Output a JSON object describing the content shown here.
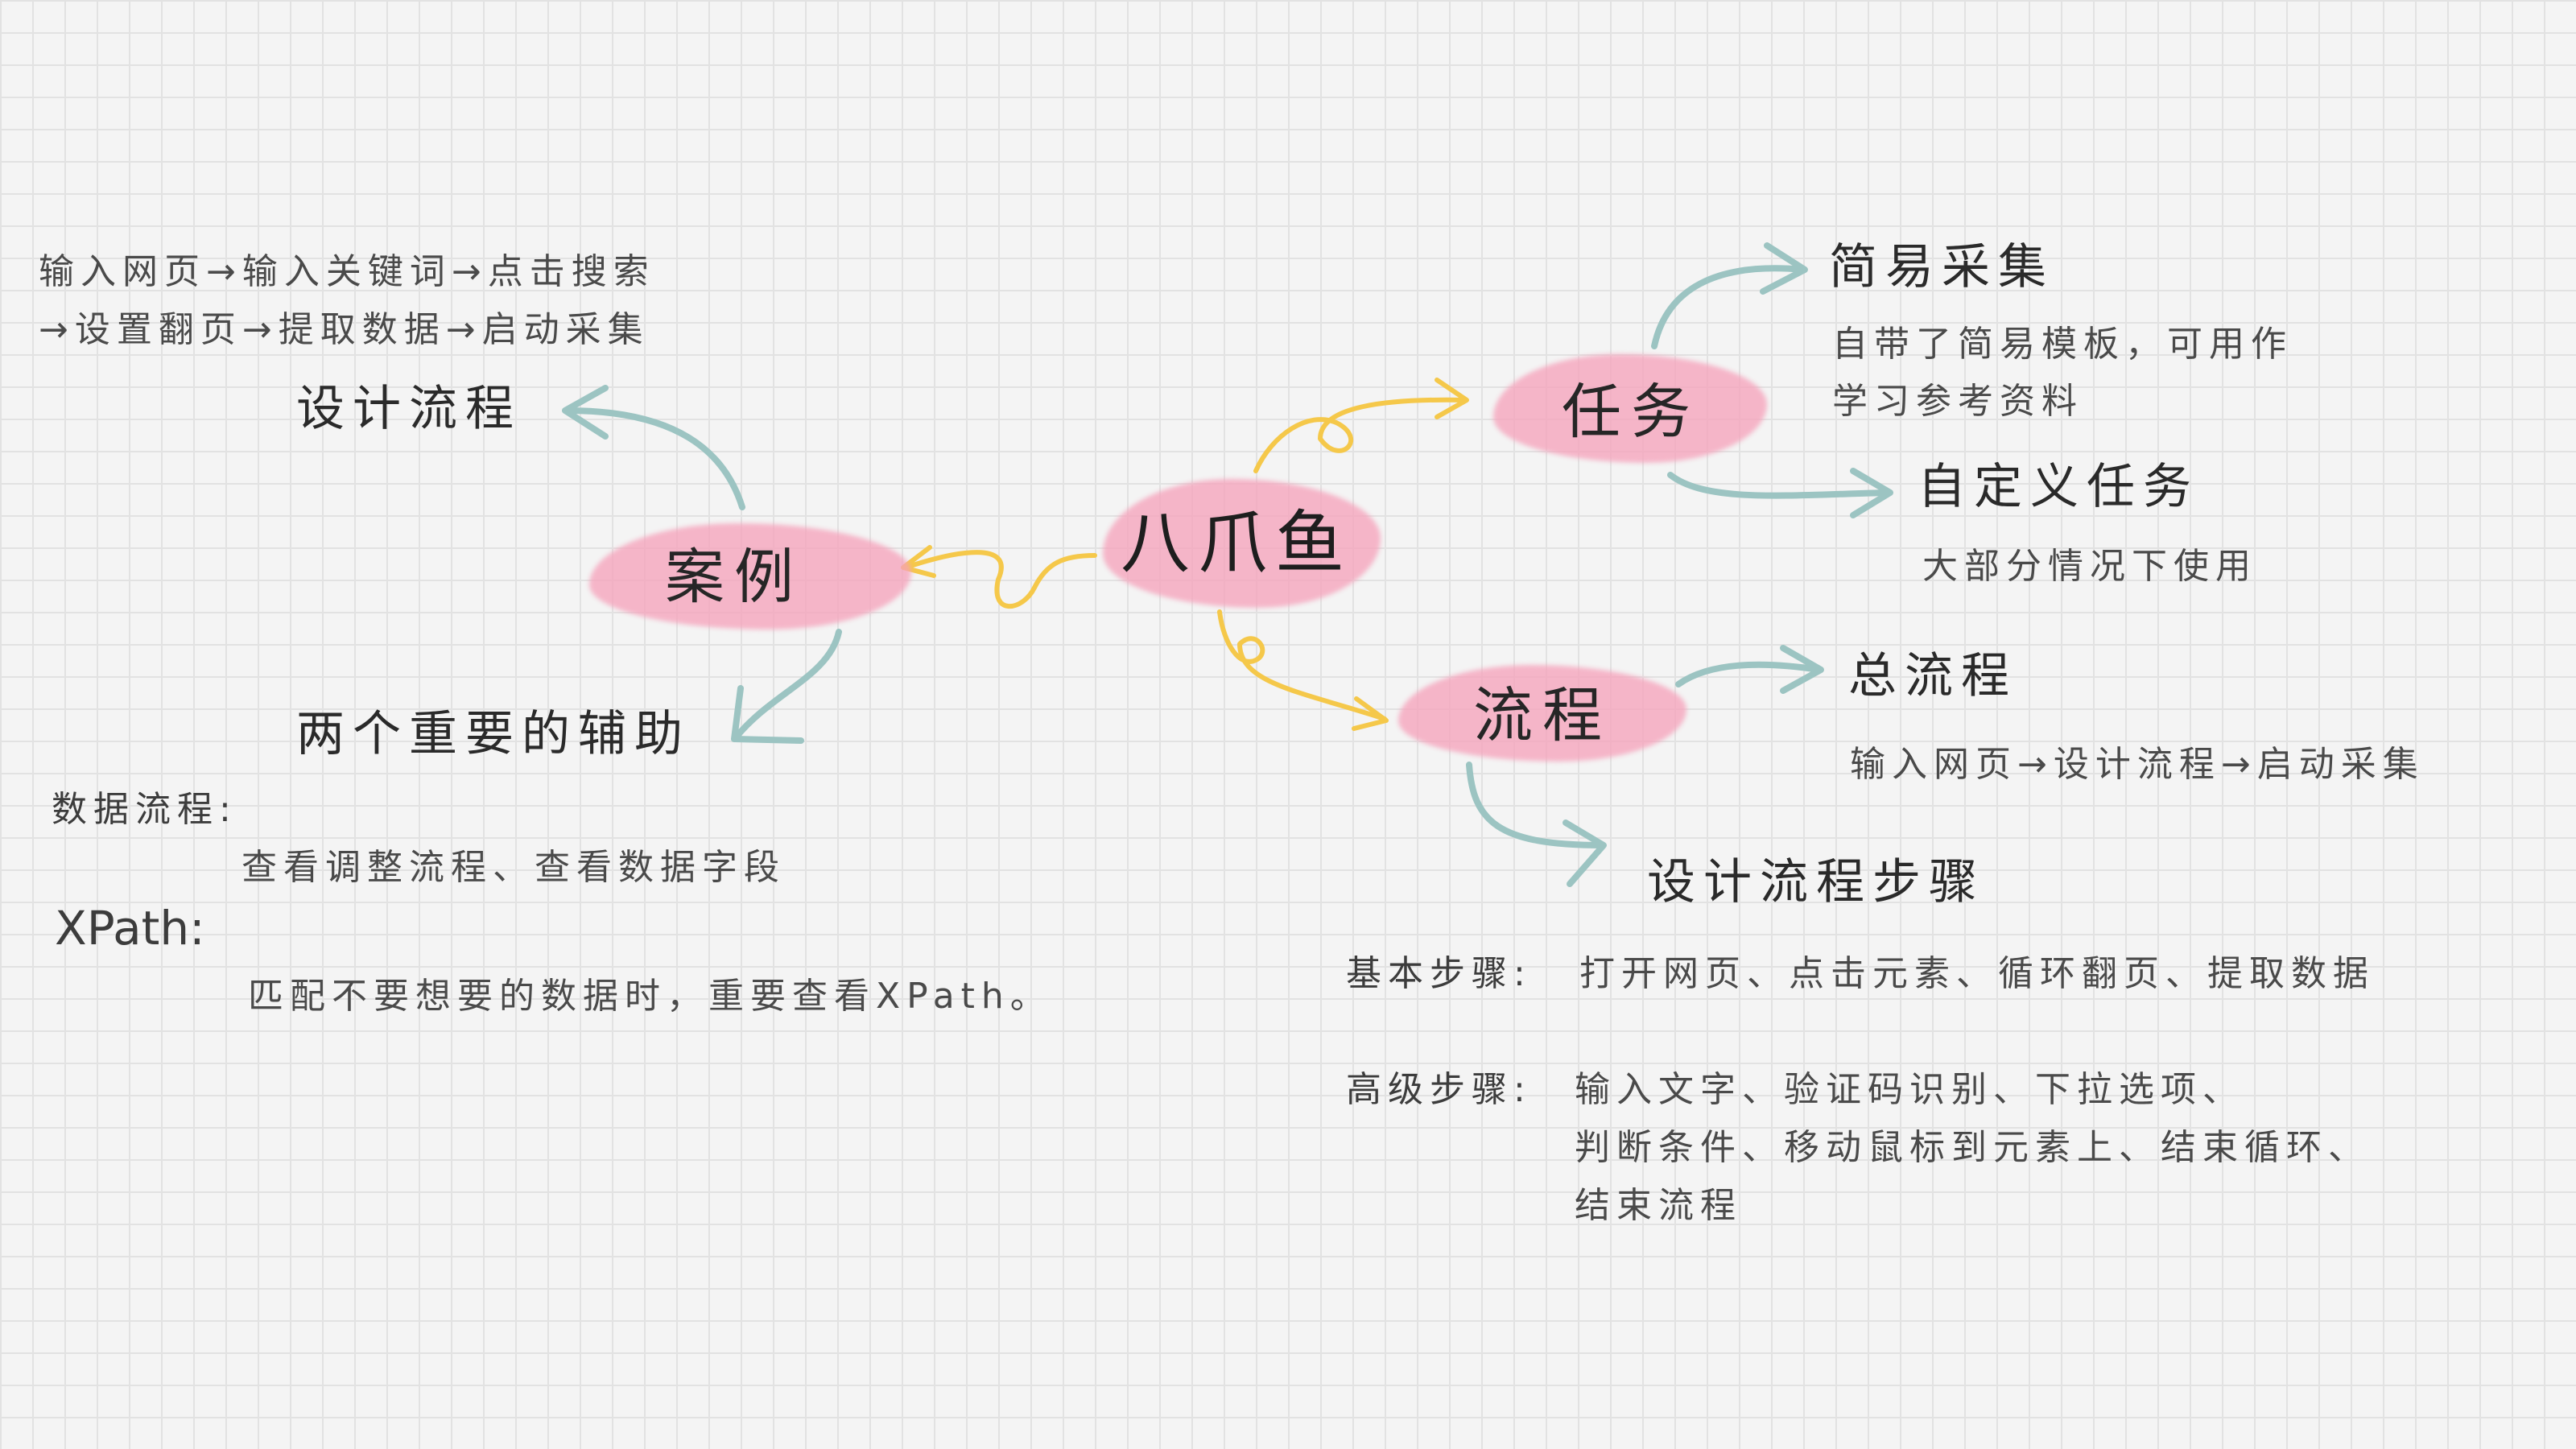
{
  "center": {
    "label": "八爪鱼"
  },
  "branches": {
    "task": {
      "label": "任务",
      "simple": {
        "title": "简易采集",
        "desc_line1": "自带了简易模板，可用作",
        "desc_line2": "学习参考资料"
      },
      "custom": {
        "title": "自定义任务",
        "desc": "大部分情况下使用"
      }
    },
    "process": {
      "label": "流程",
      "overall": {
        "title": "总流程",
        "desc": "输入网页→设计流程→启动采集"
      },
      "steps": {
        "title": "设计流程步骤",
        "basic_label": "基本步骤:",
        "basic_text": "打开网页、点击元素、循环翻页、提取数据",
        "advanced_label": "高级步骤:",
        "advanced_line1": "输入文字、验证码识别、下拉选项、",
        "advanced_line2": "判断条件、移动鼠标到元素上、结束循环、",
        "advanced_line3": "结束流程"
      }
    },
    "case": {
      "label": "案例",
      "design": {
        "title": "设计流程",
        "line1": "输入网页→输入关键词→点击搜索",
        "line2": "→设置翻页→提取数据→启动采集"
      },
      "aids": {
        "title": "两个重要的辅助",
        "data_flow_label": "数据流程:",
        "data_flow_text": "查看调整流程、查看数据字段",
        "xpath_label": "XPath:",
        "xpath_text": "匹配不要想要的数据时，重要查看XPath。"
      }
    }
  },
  "colors": {
    "highlight": "#f6a0ba",
    "arrow_teal": "#9cc4c2",
    "arrow_yellow": "#f5c84a"
  }
}
